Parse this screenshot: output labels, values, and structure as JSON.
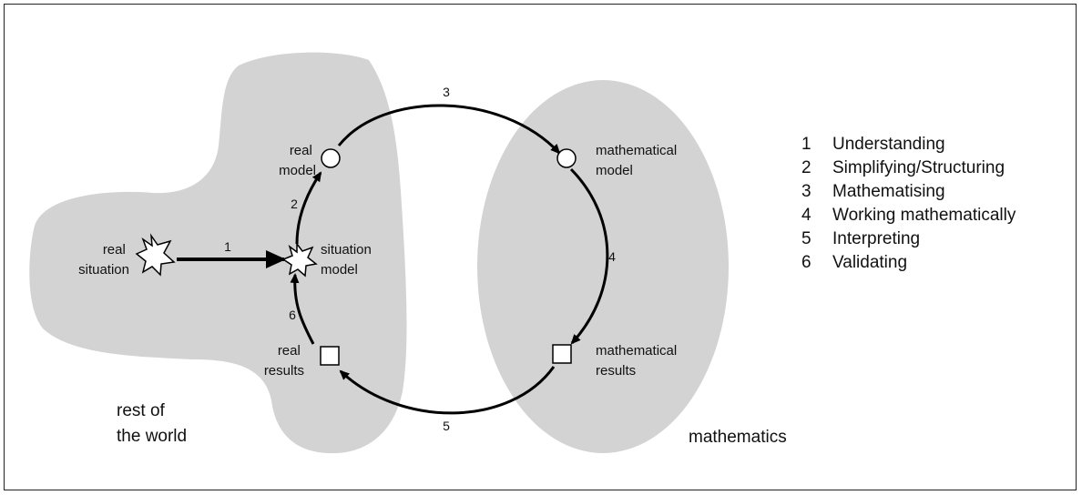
{
  "nodes": {
    "real_situation": [
      "real",
      "situation"
    ],
    "situation_model": [
      "situation",
      "model"
    ],
    "real_model": [
      "real",
      "model"
    ],
    "mathematical_model": [
      "mathematical",
      "model"
    ],
    "mathematical_results": [
      "mathematical",
      "results"
    ],
    "real_results": [
      "real",
      "results"
    ]
  },
  "steps": [
    "1",
    "2",
    "3",
    "4",
    "5",
    "6"
  ],
  "regions": {
    "rest_of_world": [
      "rest of",
      "the world"
    ],
    "mathematics": "mathematics"
  },
  "legend": [
    {
      "num": "1",
      "label": "Understanding"
    },
    {
      "num": "2",
      "label": "Simplifying/Structuring"
    },
    {
      "num": "3",
      "label": "Mathematising"
    },
    {
      "num": "4",
      "label": "Working mathematically"
    },
    {
      "num": "5",
      "label": "Interpreting"
    },
    {
      "num": "6",
      "label": "Validating"
    }
  ],
  "colors": {
    "region_fill": "#d3d3d3",
    "line": "#000000",
    "node_fill": "#ffffff"
  }
}
